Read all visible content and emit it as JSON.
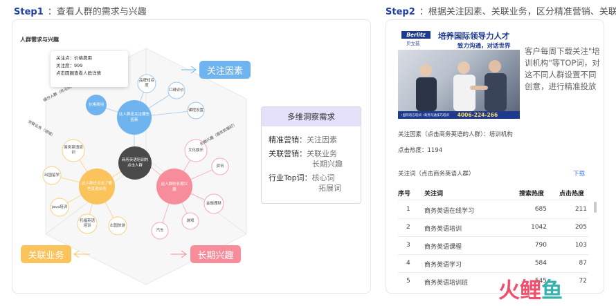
{
  "step1": {
    "label": "Step1",
    "text": "：查看人群的需求与兴趣"
  },
  "step2": {
    "label": "Step2",
    "text": "：根据关注因素、关联业务，区分精准营销、关联营销"
  },
  "left": {
    "panel_title": "人群需求与兴趣",
    "tooltip": {
      "line1": "关注点：价格费用",
      "line2": "关注度：999",
      "line3": "点击圆圈查看人群详情"
    },
    "center": "商务英语培训的点击人群",
    "hubs": {
      "blue": "比人群还关注哪些因素",
      "orange": "此人群还点击了哪些其他业务",
      "red": "此人群的长期兴趣"
    },
    "nodes": {
      "price": "价格费用",
      "brand": "品牌知名度",
      "review": "口碑评价",
      "course": "课程设置",
      "biz_english": "商务英语培训",
      "study_abroad": "出国留学",
      "java": "java培训",
      "toeic": "托福英语培训",
      "travel": "出国旅游",
      "culture": "文化娱乐",
      "news": "资讯",
      "finance": "金融理财",
      "games": "游戏",
      "cars": "汽车"
    },
    "side_labels": {
      "focus": "细分人群（关注点）",
      "business": "关联业务（领域）",
      "interest": "长期兴趣（喜欢和偏好）"
    },
    "pills": {
      "focus": "关注因素",
      "business": "关联业务",
      "interest": "长期兴趣"
    },
    "insight": {
      "title": "多维洞察需求",
      "rows": [
        {
          "k": "精准营销：",
          "v": "关注因素"
        },
        {
          "k": "关联营销：",
          "v": "关联业务"
        },
        {
          "k": "",
          "v": "长期兴趣"
        },
        {
          "k": "行业Top词：",
          "v": "核心词"
        },
        {
          "k": "",
          "v": "拓展词"
        }
      ]
    }
  },
  "right": {
    "ad": {
      "logo": "Berlitz",
      "logo_cn": "贝立兹",
      "title": "培养国际领导力人才",
      "subtitle": "致力沟通，对话世界",
      "footer": "•国际语言培训 •商务沟通技巧培训",
      "phone": "4006-224-266"
    },
    "desc": "客户每周下载关注\"培训机构\"等TOP词，对这不同人群设置不同创意，进行精准投放",
    "focus_factor": "关注因素（点击商务英语的人群）：培训机构",
    "click_heat": "点击热度：1194",
    "table_title": "关注词（点击商务英语人群）",
    "download": "下载",
    "columns": [
      "序号",
      "关注词",
      "搜索热度",
      "点击热度"
    ],
    "rows": [
      {
        "no": "1",
        "word": "商务英语在线学习",
        "search": "685",
        "click": "211"
      },
      {
        "no": "2",
        "word": "商务英语培训",
        "search": "1042",
        "click": "205"
      },
      {
        "no": "3",
        "word": "商务英语课程",
        "search": "790",
        "click": "103"
      },
      {
        "no": "4",
        "word": "商务英语学习",
        "search": "584",
        "click": "87"
      },
      {
        "no": "5",
        "word": "商务英语培训班",
        "search": "545",
        "click": "72"
      }
    ],
    "brand": {
      "a": "火",
      "b": "鲤",
      "c": "鱼"
    }
  }
}
